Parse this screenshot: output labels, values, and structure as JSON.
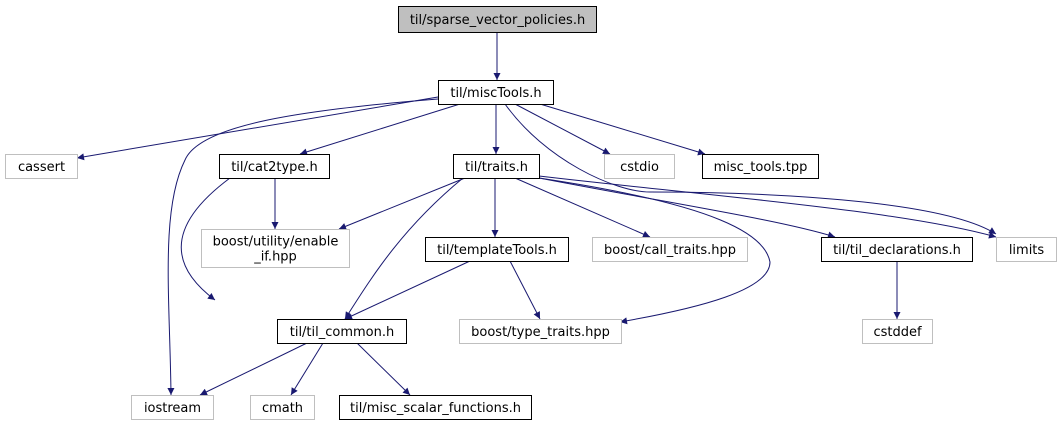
{
  "graph": {
    "colors": {
      "edge": "#191970",
      "root_fill": "#bfbfbf",
      "root_stroke": "#000000",
      "documented_stroke": "#000000",
      "external_stroke": "#bfbfbf",
      "external_text": "#000000"
    },
    "nodes": {
      "root": {
        "label": "til/sparse_vector_policies.h",
        "kind": "root"
      },
      "misctools": {
        "label": "til/miscTools.h",
        "kind": "documented"
      },
      "cassert": {
        "label": "cassert",
        "kind": "external"
      },
      "cat2type": {
        "label": "til/cat2type.h",
        "kind": "documented"
      },
      "traits": {
        "label": "til/traits.h",
        "kind": "documented"
      },
      "cstdio": {
        "label": "cstdio",
        "kind": "external"
      },
      "misc_tools_tpp": {
        "label": "misc_tools.tpp",
        "kind": "documented"
      },
      "enable_if": {
        "label_lines": [
          "boost/utility/enable",
          "_if.hpp"
        ],
        "kind": "external"
      },
      "templatetools": {
        "label": "til/templateTools.h",
        "kind": "documented"
      },
      "call_traits": {
        "label": "boost/call_traits.hpp",
        "kind": "external"
      },
      "til_declarations": {
        "label": "til/til_declarations.h",
        "kind": "documented"
      },
      "limits": {
        "label": "limits",
        "kind": "external"
      },
      "cstddef": {
        "label": "cstddef",
        "kind": "external"
      },
      "til_common": {
        "label": "til/til_common.h",
        "kind": "documented"
      },
      "type_traits": {
        "label": "boost/type_traits.hpp",
        "kind": "external"
      },
      "iostream": {
        "label": "iostream",
        "kind": "external"
      },
      "cmath": {
        "label": "cmath",
        "kind": "external"
      },
      "misc_scalar": {
        "label": "til/misc_scalar_functions.h",
        "kind": "documented"
      }
    },
    "edges": [
      [
        "root",
        "misctools"
      ],
      [
        "misctools",
        "cassert"
      ],
      [
        "misctools",
        "cat2type"
      ],
      [
        "misctools",
        "traits"
      ],
      [
        "misctools",
        "cstdio"
      ],
      [
        "misctools",
        "misc_tools_tpp"
      ],
      [
        "misctools",
        "limits"
      ],
      [
        "misctools",
        "iostream"
      ],
      [
        "cat2type",
        "enable_if"
      ],
      [
        "cat2type",
        "til_common"
      ],
      [
        "traits",
        "enable_if"
      ],
      [
        "traits",
        "templatetools"
      ],
      [
        "traits",
        "call_traits"
      ],
      [
        "traits",
        "til_declarations"
      ],
      [
        "traits",
        "limits"
      ],
      [
        "traits",
        "til_common"
      ],
      [
        "traits",
        "type_traits"
      ],
      [
        "templatetools",
        "til_common"
      ],
      [
        "templatetools",
        "type_traits"
      ],
      [
        "til_declarations",
        "cstddef"
      ],
      [
        "til_common",
        "iostream"
      ],
      [
        "til_common",
        "cmath"
      ],
      [
        "til_common",
        "misc_scalar"
      ]
    ]
  }
}
